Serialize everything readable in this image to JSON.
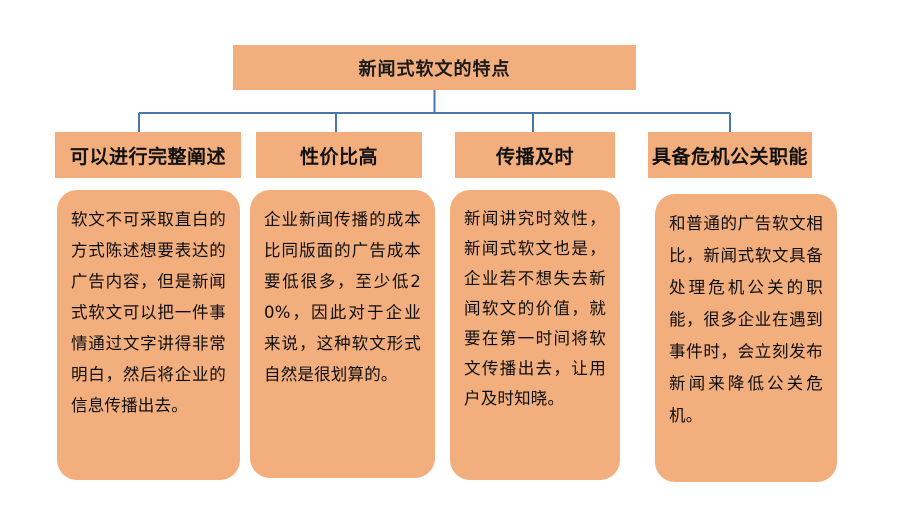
{
  "diagram": {
    "type": "org-chart",
    "title": {
      "label": "新闻式软文的特点"
    },
    "theme": {
      "node_fill": "#F2AE7D",
      "connector_color": "#4678A8",
      "text_color": "#0d0d0d",
      "background": "#ffffff"
    },
    "branches": [
      {
        "header": "可以进行完整阐述",
        "body": "软文不可采取直白的方式陈述想要表达的广告内容，但是新闻式软文可以把一件事情通过文字讲得非常明白，然后将企业的信息传播出去。"
      },
      {
        "header": "性价比高",
        "body": "企业新闻传播的成本比同版面的广告成本要低很多，至少低20%，因此对于企业来说，这种软文形式自然是很划算的。"
      },
      {
        "header": "传播及时",
        "body": "新闻讲究时效性，新闻式软文也是，企业若不想失去新闻软文的价值，就要在第一时间将软文传播出去，让用户及时知晓。"
      },
      {
        "header": "具备危机公关职能",
        "body": "和普通的广告软文相比，新闻式软文具备处理危机公关的职能，很多企业在遇到事件时，会立刻发布新闻来降低公关危机。"
      }
    ]
  }
}
